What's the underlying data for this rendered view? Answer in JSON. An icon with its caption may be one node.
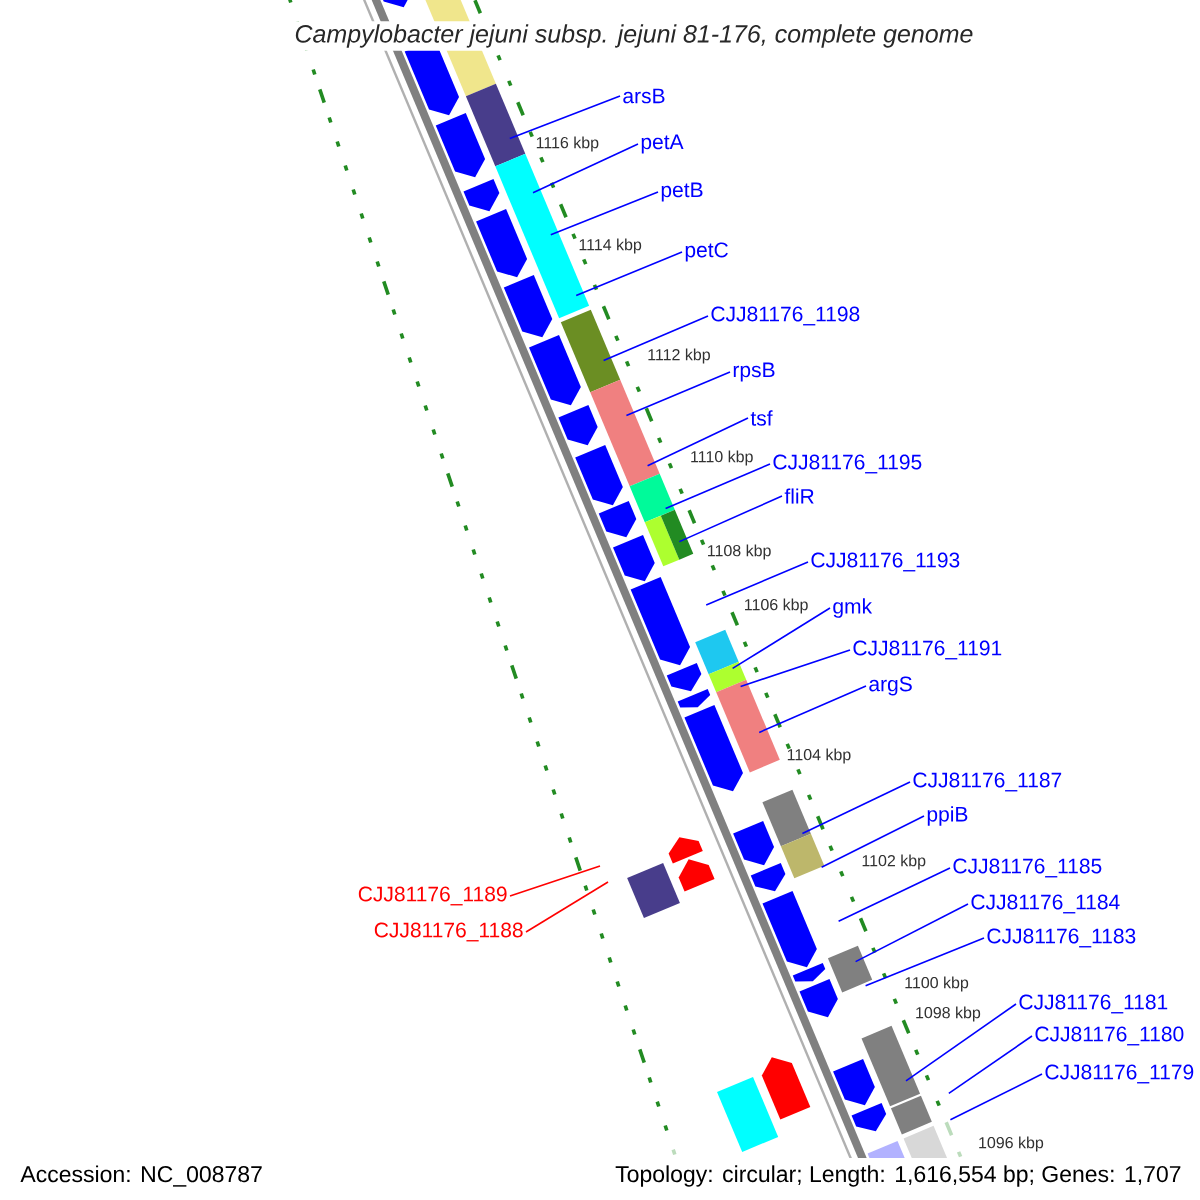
{
  "diagram": {
    "title": "Campylobacter jejuni subsp. jejuni 81-176, complete genome",
    "nodes": [
      {
        "text": [
          "arsB"
        ]
      },
      {
        "text": [
          "petA"
        ]
      },
      {
        "text": [
          "petB"
        ]
      },
      {
        "text": [
          "petC"
        ]
      },
      {
        "text": [
          "CJJ81176_1198"
        ]
      },
      {
        "text": [
          "rpsB"
        ]
      },
      {
        "text": [
          "tsf"
        ]
      },
      {
        "text": [
          "CJJ81176_1195"
        ]
      },
      {
        "text": [
          "fliR"
        ]
      },
      {
        "text": [
          "CJJ81176_1193"
        ]
      },
      {
        "text": [
          "gmk"
        ]
      },
      {
        "text": [
          "CJJ81176_1191"
        ]
      },
      {
        "text": [
          "argS"
        ]
      },
      {
        "text": [
          "CJJ81176_1187"
        ]
      },
      {
        "text": [
          "ppiB"
        ]
      },
      {
        "text": [
          "CJJ81176_1185"
        ]
      },
      {
        "text": [
          "CJJ81176_1184"
        ]
      },
      {
        "text": [
          "CJJ81176_1183"
        ]
      },
      {
        "text": [
          "CJJ81176_1181"
        ]
      },
      {
        "text": [
          "CJJ81176_1180"
        ]
      },
      {
        "text": [
          "CJJ81176_1179"
        ]
      },
      {
        "text": [
          "CJJ81176_1189"
        ]
      },
      {
        "text": [
          "CJJ81176_1188"
        ]
      }
    ],
    "edges": [
      {
        "from": 0,
        "to": null,
        "arrow": "none"
      },
      {
        "from": 1,
        "to": null,
        "arrow": "none"
      },
      {
        "from": 2,
        "to": null,
        "arrow": "none"
      },
      {
        "from": 3,
        "to": null,
        "arrow": "none"
      },
      {
        "from": 4,
        "to": null,
        "arrow": "none"
      },
      {
        "from": 5,
        "to": null,
        "arrow": "none"
      },
      {
        "from": 6,
        "to": null,
        "arrow": "none"
      },
      {
        "from": 7,
        "to": null,
        "arrow": "none"
      },
      {
        "from": 8,
        "to": null,
        "arrow": "none"
      },
      {
        "from": 9,
        "to": null,
        "arrow": "none"
      },
      {
        "from": 10,
        "to": null,
        "arrow": "none"
      },
      {
        "from": 11,
        "to": null,
        "arrow": "none"
      },
      {
        "from": 12,
        "to": null,
        "arrow": "none"
      },
      {
        "from": 13,
        "to": null,
        "arrow": "none"
      },
      {
        "from": 14,
        "to": null,
        "arrow": "none"
      },
      {
        "from": 15,
        "to": null,
        "arrow": "none"
      },
      {
        "from": 16,
        "to": null,
        "arrow": "none"
      },
      {
        "from": 17,
        "to": null,
        "arrow": "none"
      },
      {
        "from": 18,
        "to": null,
        "arrow": "none"
      },
      {
        "from": 19,
        "to": null,
        "arrow": "none"
      },
      {
        "from": 20,
        "to": null,
        "arrow": "none"
      },
      {
        "from": 21,
        "to": null,
        "arrow": "none",
        "color": "#ff0000"
      },
      {
        "from": 22,
        "to": null,
        "arrow": "none",
        "color": "#ff0000"
      }
    ],
    "labels": [
      "1116 kbp",
      "1114 kbp",
      "1112 kbp",
      "1110 kbp",
      "1108 kbp",
      "1106 kbp",
      "1104 kbp",
      "1102 kbp",
      "1100 kbp",
      "1098 kbp",
      "1096 kbp",
      "Accession: NC_008787",
      "Topology: circular; Length: 1,616,554 bp; Genes: 1,707"
    ]
  }
}
